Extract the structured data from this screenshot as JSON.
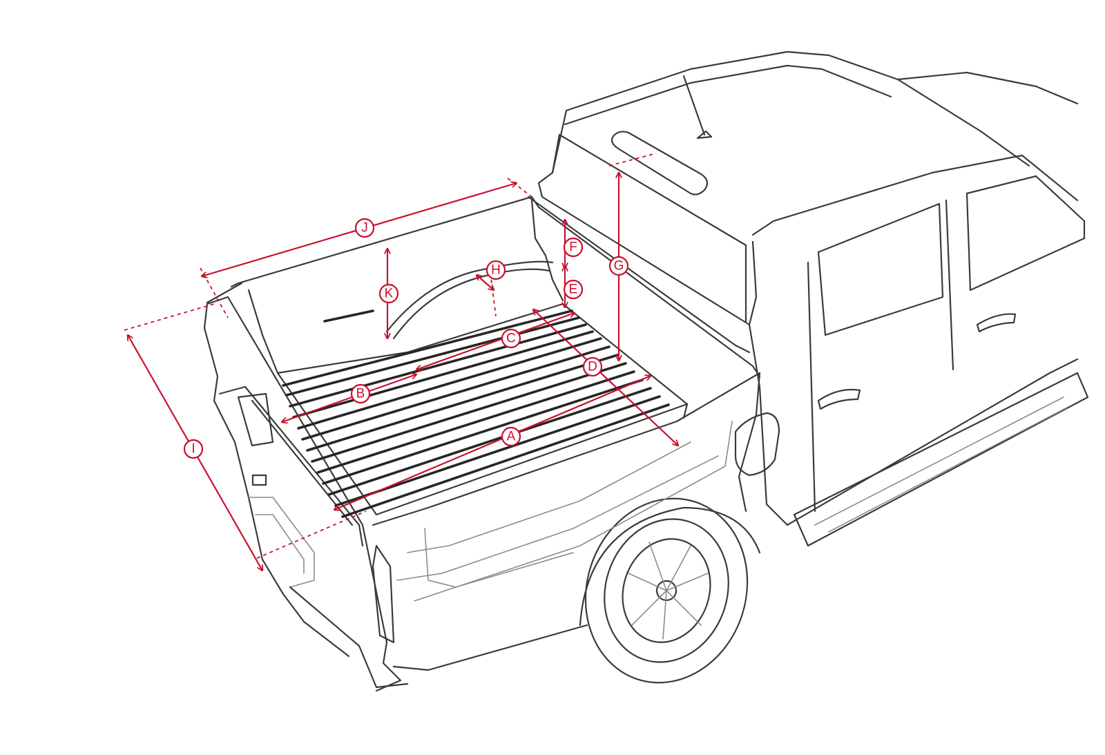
{
  "figure": {
    "accent_color": "#c8102e",
    "line_color": "#3a3a3a",
    "subject_icon": "pickup-truck-cargo-bed-line-drawing"
  },
  "dimension_labels": {
    "A": "A",
    "B": "B",
    "C": "C",
    "D": "D",
    "E": "E",
    "F": "F",
    "G": "G",
    "H": "H",
    "I": "I",
    "J": "J",
    "K": "K"
  }
}
